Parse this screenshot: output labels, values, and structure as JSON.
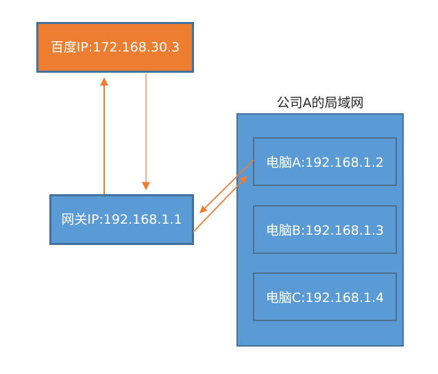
{
  "diagram": {
    "title": "公司A的局域网",
    "nodes": {
      "baidu": {
        "label": "百度IP:172.168.30.3",
        "fill": "#ED7D31",
        "border": "#41719C"
      },
      "gateway": {
        "label": "网关IP:192.168.1.1",
        "fill": "#5B9BD5",
        "border": "#41719C"
      },
      "lan": {
        "label": "公司A的局域网",
        "fill": "#5B9BD5",
        "border": "#41719C"
      },
      "pc_a": {
        "label": "电脑A:192.168.1.2",
        "fill": "#5B9BD5",
        "border": "#4E6E8E"
      },
      "pc_b": {
        "label": "电脑B:192.168.1.3",
        "fill": "#5B9BD5",
        "border": "#4E6E8E"
      },
      "pc_c": {
        "label": "电脑C:192.168.1.4",
        "fill": "#5B9BD5",
        "border": "#4E6E8E"
      }
    },
    "edges": [
      {
        "name": "gateway-to-baidu",
        "description": "vertical arrow pointing up at baidu"
      },
      {
        "name": "baidu-to-gateway",
        "description": "vertical arrow pointing down at gateway"
      },
      {
        "name": "pc-a-to-gateway",
        "description": "diagonal arrow pointing at gateway right edge"
      },
      {
        "name": "gateway-to-pc-a",
        "description": "diagonal arrow pointing at pc-a left edge"
      }
    ],
    "colors": {
      "arrow": "#ED7D31",
      "arrow_light": "#F5AE87",
      "node_text": "#FFFFFF",
      "title_text": "#262626",
      "background": "#FFFFFF"
    }
  }
}
